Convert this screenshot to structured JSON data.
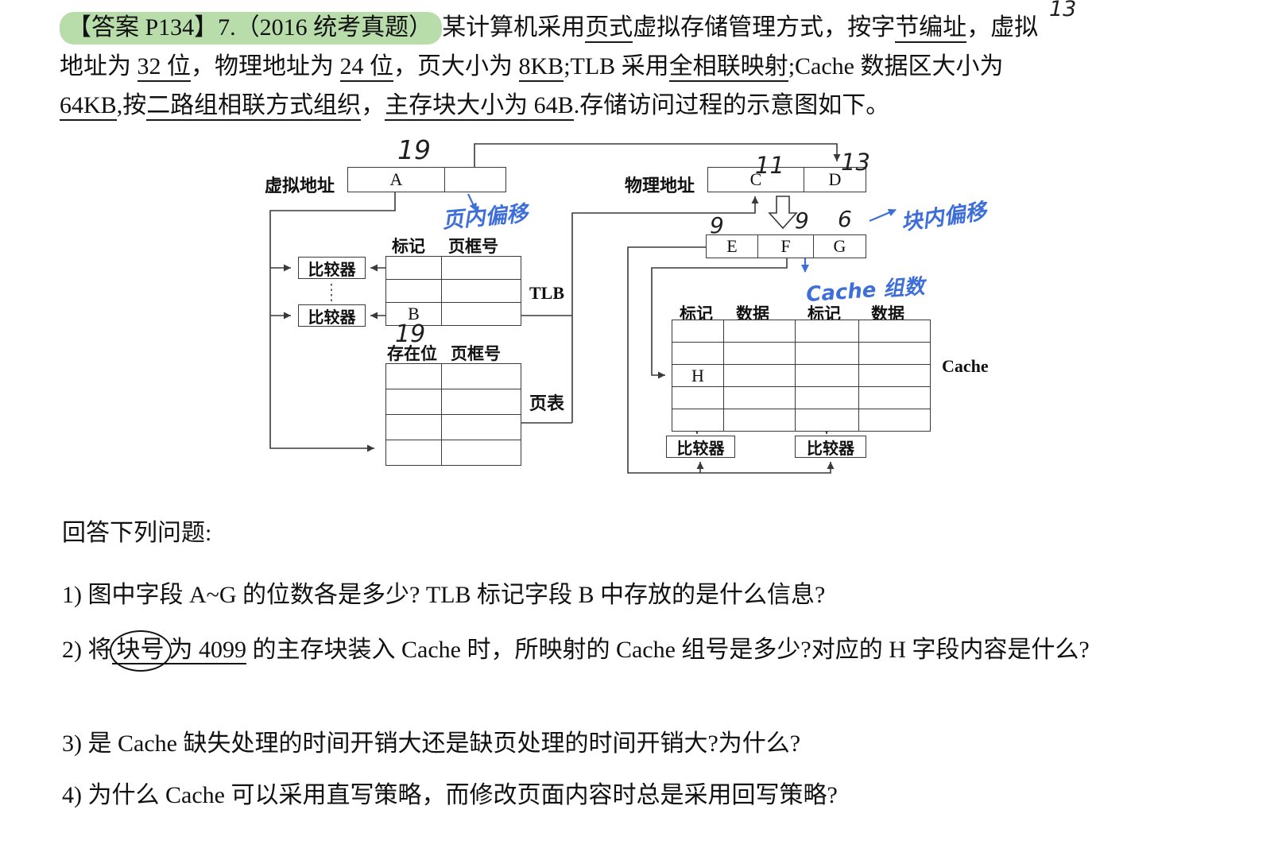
{
  "colors": {
    "highlight_green": "#b9dcab",
    "annotation_blue": "#3e6fd8",
    "line_color": "#3a3a3a"
  },
  "intro": {
    "line1": {
      "highlight": "【答案 P134】7.（2016 统考真题）",
      "seg1": "某计算机采用",
      "seg2_u": "页式",
      "seg3": "虚拟存储管理方式，按字",
      "seg4_u": "节编址",
      "seg5": "，虚拟"
    },
    "line2": {
      "seg1": "地址为 ",
      "seg2_u": "32 位",
      "seg3": "，物理地址为 ",
      "seg4_u": "24 位",
      "seg5": "，页大小为 ",
      "seg6_u": "8KB",
      "seg7": ";TLB 采用",
      "seg8_u": "全相联映射",
      "seg9": ";Cache 数据区大小为"
    },
    "line3": {
      "seg1_u": "64KB",
      "seg2": ",按",
      "seg3_u": "二路组相联方式组织",
      "seg4": "，",
      "seg5_u": "主存块大小为 64B",
      "seg6": ".存储访问过程的示意图如下。"
    },
    "hw_13": "13"
  },
  "diagram": {
    "virtual_address_label": "虚拟地址",
    "physical_address_label": "物理地址",
    "tlb_label": "TLB",
    "page_table_label": "页表",
    "cache_label": "Cache",
    "comparator_label": "比较器",
    "tlb_headers": {
      "tag": "标记",
      "frame": "页框号"
    },
    "pt_headers": {
      "present": "存在位",
      "frame": "页框号"
    },
    "cache_headers": {
      "tag1": "标记",
      "data1": "数据",
      "tag2": "标记",
      "data2": "数据"
    },
    "fields": {
      "a": "A",
      "b": "B",
      "c": "C",
      "d": "D",
      "e": "E",
      "f": "F",
      "g": "G",
      "h": "H"
    },
    "handwritten": {
      "a_bits": "19",
      "b_bits": "19",
      "c_bits": "11",
      "d_bits": "13",
      "e_bits": "9",
      "f_bits": "9",
      "g_bits": "6"
    },
    "annotations": {
      "page_offset": "页内偏移",
      "block_offset": "块内偏移",
      "cache_sets": "Cache 组数"
    }
  },
  "questions": {
    "prompt": "回答下列问题:",
    "q1": "1)  图中字段 A~G 的位数各是多少? TLB 标记字段 B 中存放的是什么信息?",
    "q2_pre": "2)  将",
    "q2_circled": "块号",
    "q2_underlined": "为 4099",
    "q2_post": " 的主存块装入 Cache 时，所映射的 Cache 组号是多少?对应的 H 字段内容是什么?",
    "q3": "3)  是 Cache 缺失处理的时间开销大还是缺页处理的时间开销大?为什么?",
    "q4": "4)  为什么 Cache 可以采用直写策略，而修改页面内容时总是采用回写策略?"
  }
}
